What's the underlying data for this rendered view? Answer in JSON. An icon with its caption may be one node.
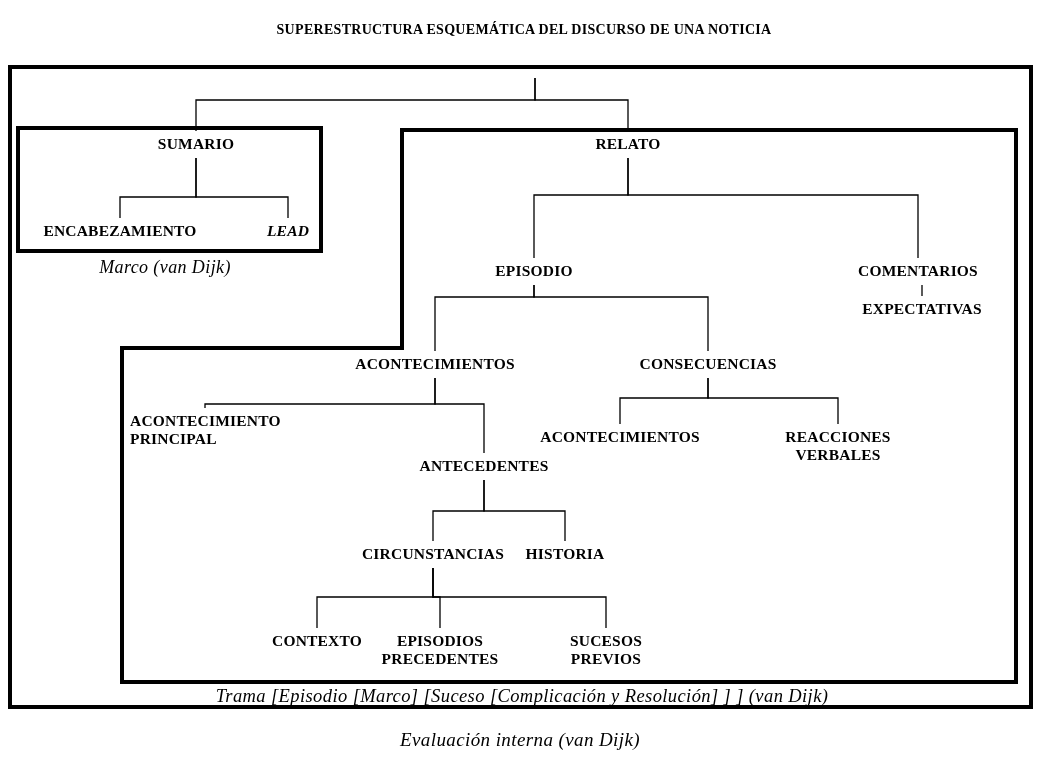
{
  "diagram": {
    "title": "SUPERESTRUCTURA ESQUEMÁTICA DEL DISCURSO DE UNA NOTICIA",
    "nodes": [
      {
        "text": [
          "Evaluación interna (van Dijk)"
        ]
      },
      {
        "text": [
          "Marco (van Dijk)"
        ],
        "in": 0
      },
      {
        "text": [
          "SUMARIO"
        ],
        "in": 1
      },
      {
        "text": [
          "ENCABEZAMIENTO"
        ],
        "in": 1
      },
      {
        "text": [
          "LEAD"
        ],
        "in": 1
      },
      {
        "text": [
          "Trama [Episodio [Marco] [Suceso [Complicación y Resolución] ] ] (van Dijk)"
        ],
        "in": 0
      },
      {
        "text": [
          "RELATO"
        ],
        "in": 5
      },
      {
        "text": [
          "EPISODIO"
        ],
        "in": 5
      },
      {
        "text": [
          "COMENTARIOS"
        ],
        "in": 5
      },
      {
        "text": [
          "EXPECTATIVAS"
        ],
        "in": 5
      },
      {
        "text": [
          "ACONTECIMIENTOS"
        ],
        "in": 5
      },
      {
        "text": [
          "CONSECUENCIAS"
        ],
        "in": 5
      },
      {
        "text": [
          "ACONTECIMIENTO PRINCIPAL"
        ],
        "in": 5
      },
      {
        "text": [
          "ANTECEDENTES"
        ],
        "in": 5
      },
      {
        "text": [
          "ACONTECIMIENTOS"
        ],
        "in": 5
      },
      {
        "text": [
          "REACCIONES VERBALES"
        ],
        "in": 5
      },
      {
        "text": [
          "CIRCUNSTANCIAS"
        ],
        "in": 5
      },
      {
        "text": [
          "HISTORIA"
        ],
        "in": 5
      },
      {
        "text": [
          "CONTEXTO"
        ],
        "in": 5
      },
      {
        "text": [
          "EPISODIOS PRECEDENTES"
        ],
        "in": 5
      },
      {
        "text": [
          "SUCESOS PREVIOS"
        ],
        "in": 5
      }
    ],
    "edges": [
      {
        "from": null,
        "to": 2,
        "arrow": "none"
      },
      {
        "from": null,
        "to": 6,
        "arrow": "none"
      },
      {
        "from": 2,
        "to": 3,
        "arrow": "none"
      },
      {
        "from": 2,
        "to": 4,
        "arrow": "none"
      },
      {
        "from": 6,
        "to": 7,
        "arrow": "none"
      },
      {
        "from": 6,
        "to": 8,
        "arrow": "none"
      },
      {
        "from": 8,
        "to": 9,
        "arrow": "none"
      },
      {
        "from": 7,
        "to": 10,
        "arrow": "none"
      },
      {
        "from": 7,
        "to": 11,
        "arrow": "none"
      },
      {
        "from": 10,
        "to": 12,
        "arrow": "none"
      },
      {
        "from": 10,
        "to": 13,
        "arrow": "none"
      },
      {
        "from": 11,
        "to": 14,
        "arrow": "none"
      },
      {
        "from": 11,
        "to": 15,
        "arrow": "none"
      },
      {
        "from": 13,
        "to": 16,
        "arrow": "none"
      },
      {
        "from": 13,
        "to": 17,
        "arrow": "none"
      },
      {
        "from": 16,
        "to": 18,
        "arrow": "none"
      },
      {
        "from": 16,
        "to": 19,
        "arrow": "none"
      },
      {
        "from": 16,
        "to": 20,
        "arrow": "none"
      }
    ]
  }
}
